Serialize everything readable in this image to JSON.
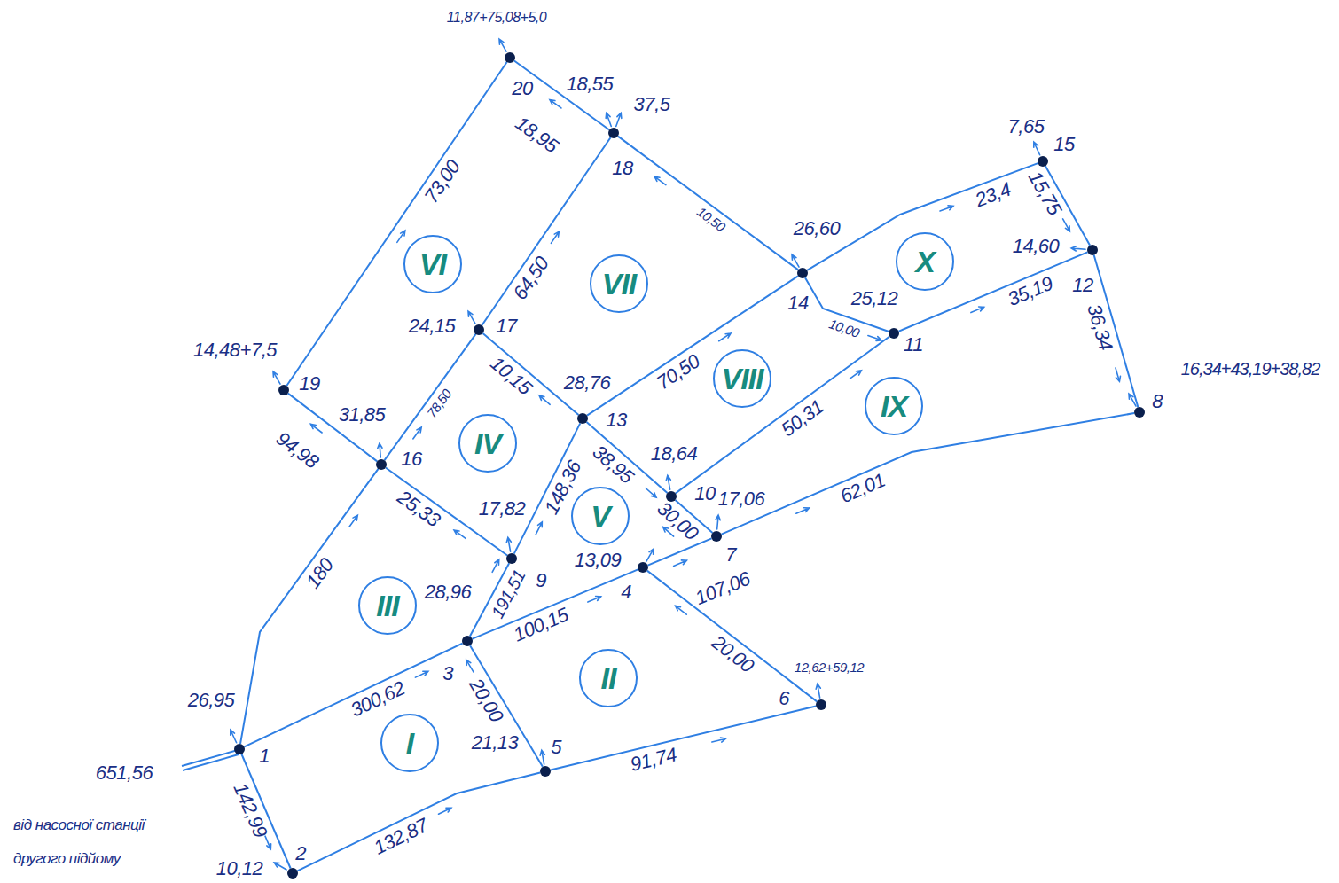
{
  "diagram": {
    "nodes": [
      {
        "text": [
          "1",
          "26,95"
        ]
      },
      {
        "text": [
          "2",
          "10,12"
        ]
      },
      {
        "text": [
          "3",
          "28,96"
        ]
      },
      {
        "text": [
          "4",
          "13,09"
        ]
      },
      {
        "text": [
          "5",
          "21,13"
        ]
      },
      {
        "text": [
          "6",
          "12,62+59,12"
        ]
      },
      {
        "text": [
          "7",
          "17,06"
        ]
      },
      {
        "text": [
          "8",
          "16,34+43,19+38,82"
        ]
      },
      {
        "text": [
          "9",
          "17,82"
        ]
      },
      {
        "text": [
          "10",
          "18,64"
        ]
      },
      {
        "text": [
          "11",
          "25,12"
        ]
      },
      {
        "text": [
          "12",
          "14,60"
        ]
      },
      {
        "text": [
          "13",
          "28,76"
        ]
      },
      {
        "text": [
          "14",
          "26,60"
        ]
      },
      {
        "text": [
          "15",
          "7,65"
        ]
      },
      {
        "text": [
          "16",
          "31,85"
        ]
      },
      {
        "text": [
          "17",
          "24,15"
        ]
      },
      {
        "text": [
          "18",
          "18,55",
          "37,5"
        ]
      },
      {
        "text": [
          "19",
          "14,48+7,5"
        ]
      },
      {
        "text": [
          "20",
          "11,87+75,08+5,0"
        ]
      },
      {
        "text": [
          "I"
        ]
      },
      {
        "text": [
          "II"
        ]
      },
      {
        "text": [
          "III"
        ]
      },
      {
        "text": [
          "IV"
        ]
      },
      {
        "text": [
          "V"
        ]
      },
      {
        "text": [
          "VI"
        ]
      },
      {
        "text": [
          "VII"
        ]
      },
      {
        "text": [
          "VIII"
        ]
      },
      {
        "text": [
          "IX"
        ]
      },
      {
        "text": [
          "X"
        ]
      }
    ],
    "edges": [
      {
        "from": 0,
        "to": 1,
        "arrow": "none",
        "label": "142,99"
      },
      {
        "from": 1,
        "to": 4,
        "arrow": "none",
        "label": "132,87"
      },
      {
        "from": 0,
        "to": 2,
        "arrow": "none",
        "label": "300,62"
      },
      {
        "from": 4,
        "to": 2,
        "arrow": "none",
        "label": "20,00"
      },
      {
        "from": 4,
        "to": 5,
        "arrow": "none",
        "label": "91,74"
      },
      {
        "from": 2,
        "to": 3,
        "arrow": "none",
        "label": "100,15"
      },
      {
        "from": 5,
        "to": 3,
        "arrow": "none",
        "label": "20,00"
      },
      {
        "from": 3,
        "to": 6,
        "arrow": "none",
        "label": "107,06"
      },
      {
        "from": 6,
        "to": 7,
        "arrow": "none",
        "label": "62,01"
      },
      {
        "from": 11,
        "to": 7,
        "arrow": "none",
        "label": "36,34"
      },
      {
        "from": 14,
        "to": 11,
        "arrow": "none",
        "label": "15,75"
      },
      {
        "from": 10,
        "to": 11,
        "arrow": "none",
        "label": "35,19"
      },
      {
        "from": 13,
        "to": 14,
        "arrow": "none",
        "label": "23,4"
      },
      {
        "from": 13,
        "to": 10,
        "arrow": "none",
        "label": "10,00"
      },
      {
        "from": 9,
        "to": 10,
        "arrow": "none",
        "label": "50,31"
      },
      {
        "from": 12,
        "to": 13,
        "arrow": "none",
        "label": "70,50"
      },
      {
        "from": 13,
        "to": 17,
        "arrow": "none",
        "label": "10,50"
      },
      {
        "from": 17,
        "to": 19,
        "arrow": "none",
        "label": "18,95"
      },
      {
        "from": 18,
        "to": 19,
        "arrow": "none",
        "label": "73,00"
      },
      {
        "from": 16,
        "to": 17,
        "arrow": "none",
        "label": "64,50"
      },
      {
        "from": 15,
        "to": 16,
        "arrow": "none",
        "label": "78,50"
      },
      {
        "from": 12,
        "to": 16,
        "arrow": "none",
        "label": "10,15"
      },
      {
        "from": 15,
        "to": 18,
        "arrow": "none",
        "label": "94,98"
      },
      {
        "from": 0,
        "to": 15,
        "arrow": "none",
        "label": "180"
      },
      {
        "from": 8,
        "to": 15,
        "arrow": "none",
        "label": "25,33"
      },
      {
        "from": 2,
        "to": 8,
        "arrow": "none",
        "label": "191,51"
      },
      {
        "from": 8,
        "to": 12,
        "arrow": "none",
        "label": "148,36"
      },
      {
        "from": 12,
        "to": 9,
        "arrow": "none",
        "label": "38,95"
      },
      {
        "from": 6,
        "to": 9,
        "arrow": "none",
        "label": "30,00"
      }
    ],
    "labels": [
      "651,56",
      "від насосної станції",
      "другого підйому"
    ]
  }
}
